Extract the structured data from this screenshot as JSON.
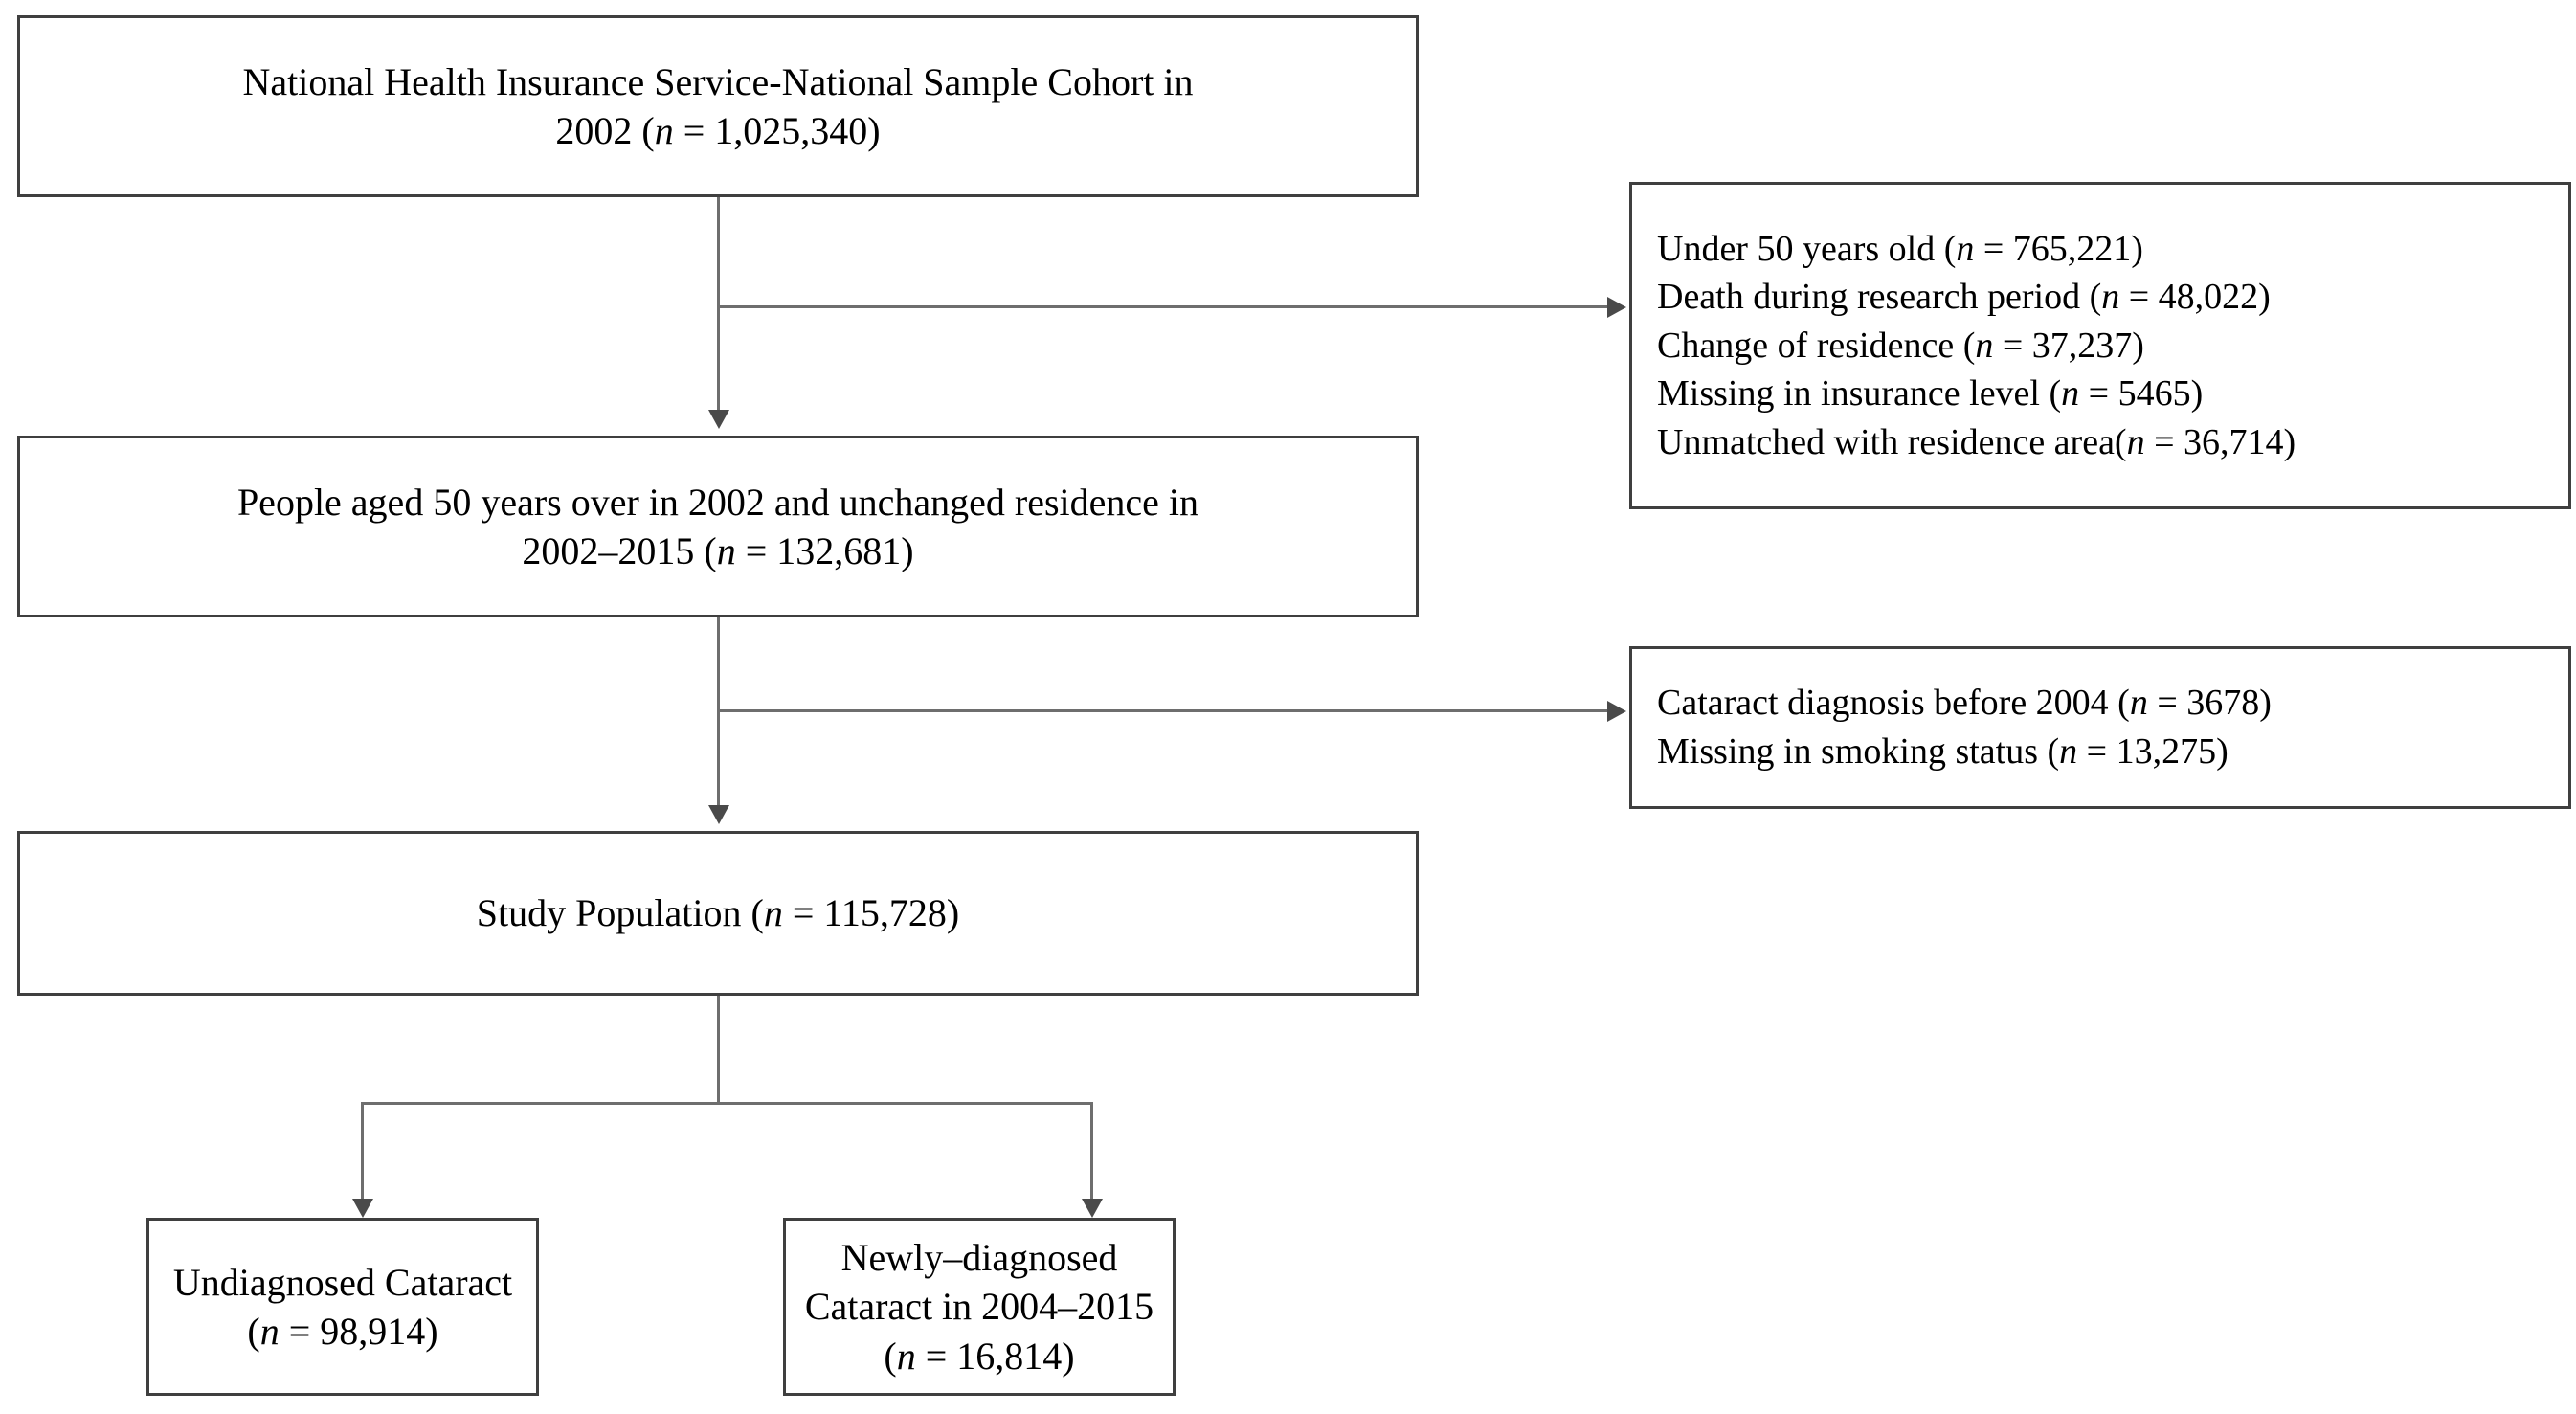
{
  "figure": {
    "type": "flowchart",
    "orientation": "top-to-bottom",
    "n_symbol": "n"
  },
  "nodes": {
    "cohort": {
      "id": "national-cohort",
      "line1": "National Health Insurance Service-National Sample Cohort in",
      "line2_prefix": "2002 (",
      "line2_var": "n",
      "line2_suffix": " = 1,025,340)",
      "count": "1,025,340"
    },
    "eligible": {
      "id": "eligible-population",
      "line1": "People aged 50 years over in 2002 and unchanged residence in",
      "line2_prefix": "2002–2015 (",
      "line2_var": "n",
      "line2_suffix": " = 132,681)",
      "count": "132,681"
    },
    "study": {
      "id": "study-population",
      "line1_prefix": "Study Population (",
      "line1_var": "n",
      "line1_suffix": " = 115,728)",
      "count": "115,728"
    },
    "undiagnosed": {
      "id": "undiagnosed-cataract",
      "line1": "Undiagnosed Cataract",
      "line2_prefix": "(",
      "line2_var": "n",
      "line2_suffix": " = 98,914)",
      "count": "98,914"
    },
    "newly": {
      "id": "newly-diagnosed-cataract",
      "line1": "Newly–diagnosed",
      "line2": "Cataract in 2004–2015",
      "line3_prefix": "(",
      "line3_var": "n",
      "line3_suffix": " = 16,814)",
      "count": "16,814"
    }
  },
  "exclusions": {
    "first": {
      "id": "exclusion-block-1",
      "items": [
        {
          "label": "Under 50 years old (",
          "var": "n",
          "value": " = 765,221)",
          "count": "765,221"
        },
        {
          "label": "Death during research period (",
          "var": "n",
          "value": " = 48,022)",
          "count": "48,022"
        },
        {
          "label": "Change of residence (",
          "var": "n",
          "value": " = 37,237)",
          "count": "37,237"
        },
        {
          "label": "Missing in insurance level (",
          "var": "n",
          "value": " = 5465)",
          "count": "5465"
        },
        {
          "label": "Unmatched with residence area(",
          "var": "n",
          "value": " = 36,714)",
          "count": "36,714"
        }
      ]
    },
    "second": {
      "id": "exclusion-block-2",
      "items": [
        {
          "label": "Cataract diagnosis before 2004 (",
          "var": "n",
          "value": " = 3678)",
          "count": "3678"
        },
        {
          "label": "Missing in smoking status (",
          "var": "n",
          "value": " = 13,275)",
          "count": "13,275"
        }
      ]
    }
  },
  "colors": {
    "box_border": "#3f3f3f",
    "connector": "#6e6e6e",
    "arrow": "#4a4a4a",
    "background": "#ffffff",
    "text": "#000000"
  }
}
